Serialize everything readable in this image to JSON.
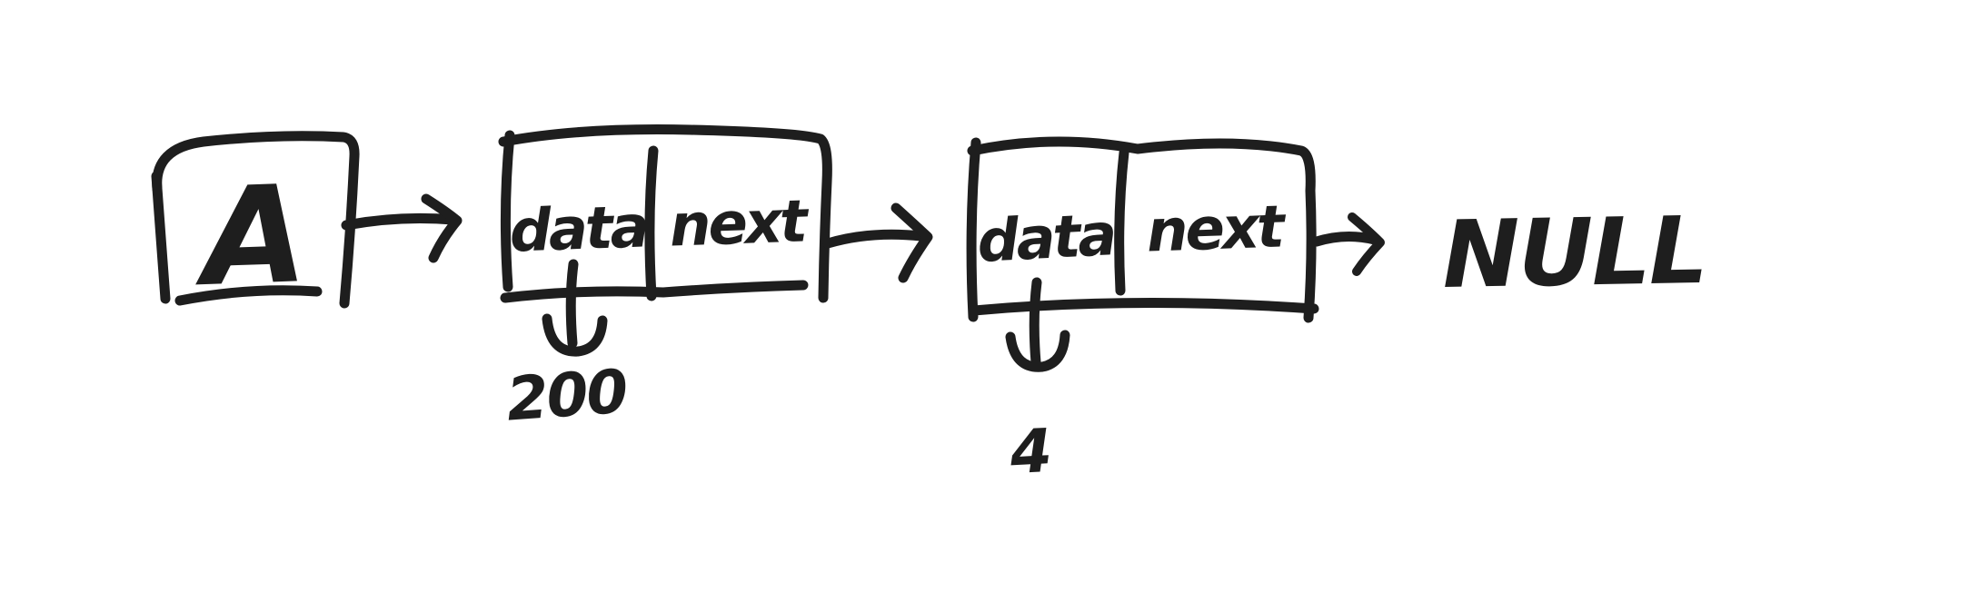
{
  "diagram": {
    "type": "linked-list-sketch",
    "head": {
      "label": "A"
    },
    "nodes": [
      {
        "fields": {
          "data": "data",
          "next": "next"
        },
        "value": "200"
      },
      {
        "fields": {
          "data": "data",
          "next": "next"
        },
        "value": "4"
      }
    ],
    "terminator_label": "NULL",
    "colors": {
      "ink": "#1e1e1e",
      "background": "#ffffff"
    }
  }
}
